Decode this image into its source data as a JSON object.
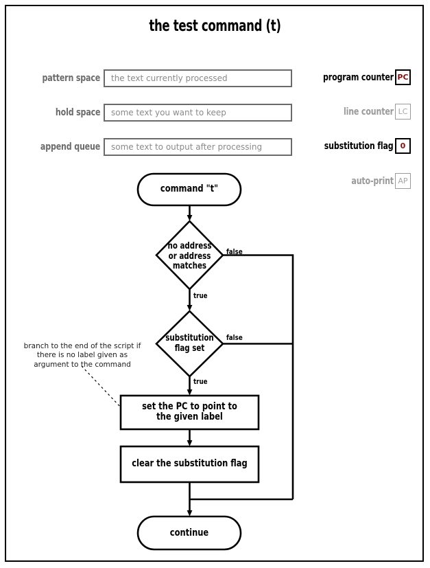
{
  "title": "the test command (t)",
  "buffers": [
    {
      "label": "pattern space",
      "placeholder": "the text currently processed"
    },
    {
      "label": "hold space",
      "placeholder": "some text you want to keep"
    },
    {
      "label": "append queue",
      "placeholder": "some text to output after processing"
    }
  ],
  "registers": [
    {
      "label": "program counter",
      "value": "PC",
      "active": true,
      "color": "#7e1212"
    },
    {
      "label": "line counter",
      "value": "LC",
      "active": false,
      "color": "#a5a5a5"
    },
    {
      "label": "substitution flag",
      "value": "0",
      "active": true,
      "color": "#7e1212"
    },
    {
      "label": "auto-print",
      "value": "AP",
      "active": false,
      "color": "#a5a5a5"
    }
  ],
  "flow": {
    "start": "command \"t\"",
    "decision1": "no address\nor address\nmatches",
    "decision2": "substitution\nflag set",
    "process1": "set the PC to point to\nthe given label",
    "process2": "clear the substitution flag",
    "end": "continue",
    "edge_false_1": "false",
    "edge_true_1": "true",
    "edge_false_2": "false",
    "edge_true_2": "true"
  },
  "annotation": "branch to the end of the script\nif there is no label given as\nargument to the command"
}
